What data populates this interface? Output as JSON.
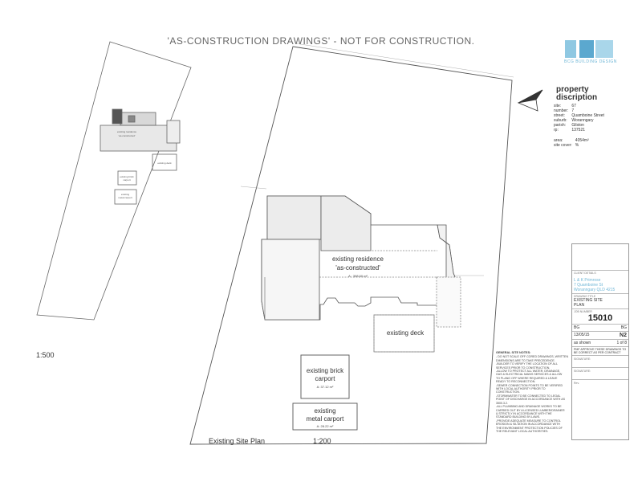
{
  "heading": "'AS-CONSTRUCTION DRAWINGS' - NOT FOR CONSTRUCTION.",
  "logo": {
    "text": "BCG BUILDING DESIGN",
    "color": "#6fb6d6"
  },
  "property": {
    "title_line1": "property",
    "title_line2": "discription",
    "rows": [
      {
        "k": "site:",
        "v": "67"
      },
      {
        "k": "number:",
        "v": "7"
      },
      {
        "k": "street:",
        "v": "Quamboine Street"
      },
      {
        "k": "suburb:",
        "v": "Woranngary"
      },
      {
        "k": "parish:",
        "v": "Gilston"
      },
      {
        "k": "rp:",
        "v": "137521"
      }
    ],
    "area_label": "area:",
    "area_value": "4054m²",
    "cover_label": "site cover:",
    "cover_value": "%"
  },
  "location_plan": {
    "residence_label1": "existing residence",
    "residence_label2": "'as-constructed'",
    "deck_label": "existing deck",
    "carport_label1": "existing brick",
    "carport_label2": "carport",
    "metal_label1": "existing",
    "metal_label2": "metal carport",
    "scale": "1:500"
  },
  "site_plan": {
    "residence_label1": "existing residence",
    "residence_label2": "'as-constructed'",
    "residence_area": "A : 398.60 m²",
    "deck_label": "existing deck",
    "brick_label1": "existing brick",
    "brick_label2": "carport",
    "brick_area": "A: 37.12 m²",
    "metal_label1": "existing",
    "metal_label2": "metal carport",
    "metal_area": "A: 28.22 m²",
    "title": "Existing Site Plan",
    "scale": "1:200"
  },
  "notes": {
    "title": "GENERAL SITE NOTES:",
    "lines": [
      "- DO NOT SCALE OFF CORED DRAWINGS, WRITTEN",
      "DIMENSIONS ARE TO TAKE PRECEDENCE.",
      "-BUILDER TO VERIFY THE LOCATION OF ALL",
      "SERVICES PRIOR TO CONSTRUCTION.",
      "-ALLOW TO PROTECT ALL WATER, DRAINAGE,",
      "GAS & ELECTRICAL MAINS SERVICES & ALLOW",
      "TO PLANG OFF WHERE REQUIRED & LEAVE",
      "READY TO RECONNECTION.",
      "-SEWER CONNECTION POINTS TO BE VERIFIED",
      "WITH LOCAL AUTHORITY PRIOR TO",
      "CONSTRUCTION.",
      "-STORMWATER TO BE CONNECTED TO LEGAL",
      "POINT OF DISCHARGE IN ACCORDANCE WITH AS",
      "3500.3.2.",
      "-ALL PLUMBING AND DRAINAGE WORKS TO BE",
      "CARRIED OUT BY A LICENSED LUMBER/DRAINER",
      "& STRICTLY IN ACCORDANCE WITH THE",
      "STANDARD BUILDING BY-LAWS.",
      "-PROVIDE ADEQUATE MEASURE TO CONTROL",
      "EROSION & SILTATION IN ACCORDANCE WITH",
      "THE ENVIRONMENT PROTECTION POLICIES OF",
      "THE RELEVANT LOCAL AUTHORITIES."
    ]
  },
  "title_block": {
    "client_label": "CLIENT DETAILS",
    "client_lines": [
      "L & K Primrose",
      "7 Quamboine St",
      "Woranngary QLD 4215"
    ],
    "drawing_label": "DRAWING TITLE",
    "drawing_title1": "EXISTING SITE",
    "drawing_title2": "PLAN",
    "job_label": "JOB NUMBER",
    "job_number": "15010",
    "drawn": "BG",
    "checked": "BG",
    "date": "13/05/15",
    "rev": "N2",
    "scale": "as shown",
    "sheet": "1 of 8",
    "approval": "PMF APPROVE THESE DRAWINGS TO BE CORRECT AS PER CONTRACT",
    "signature1": "SIGNATURE:",
    "signature2": "SIGNATURE:",
    "rev_label": "Rev."
  }
}
